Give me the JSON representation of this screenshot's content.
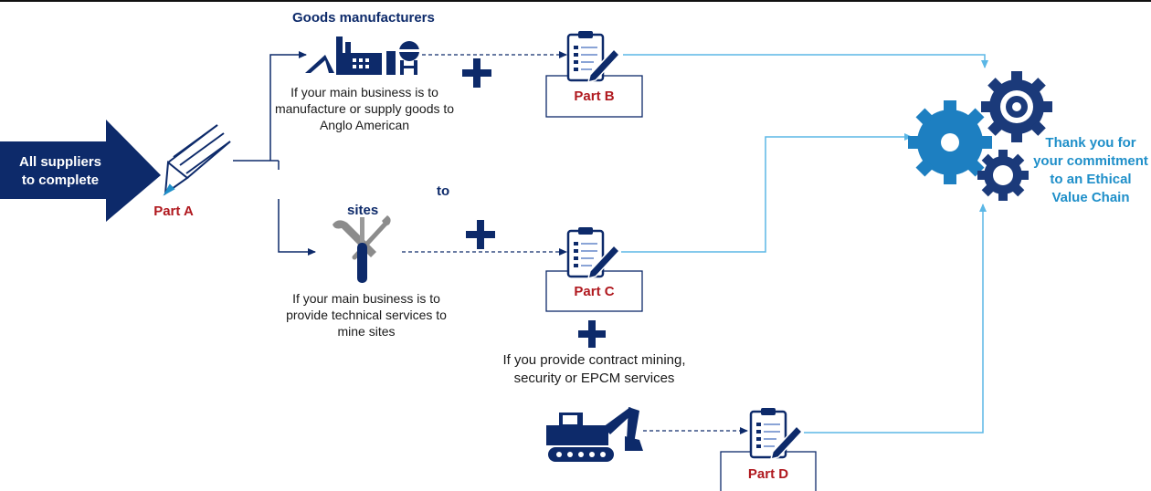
{
  "colors": {
    "navy": "#0d2a6a",
    "red": "#b0191f",
    "light_blue": "#5bb7e6",
    "gear_blue": "#1d7fc1",
    "gear_dark": "#1b3a7a"
  },
  "start": {
    "arrow_label": "All suppliers to complete",
    "part_label": "Part A",
    "icon": "pencil-icon"
  },
  "goods": {
    "title": "Goods manufacturers",
    "description": "If your main business is to manufacture or supply goods to Anglo American",
    "icon": "factory-icon",
    "part_label": "Part B"
  },
  "services": {
    "title_fragment_end": "to",
    "title": "sites",
    "description": "If your main business is to provide technical services to mine sites",
    "icon": "tools-icon",
    "part_label": "Part C"
  },
  "contract": {
    "description": "If you provide contract mining, security or EPCM services",
    "icon": "excavator-icon",
    "part_label": "Part D"
  },
  "end": {
    "message": "Thank you for your commitment to an Ethical Value Chain",
    "icon": "gears-icon"
  }
}
